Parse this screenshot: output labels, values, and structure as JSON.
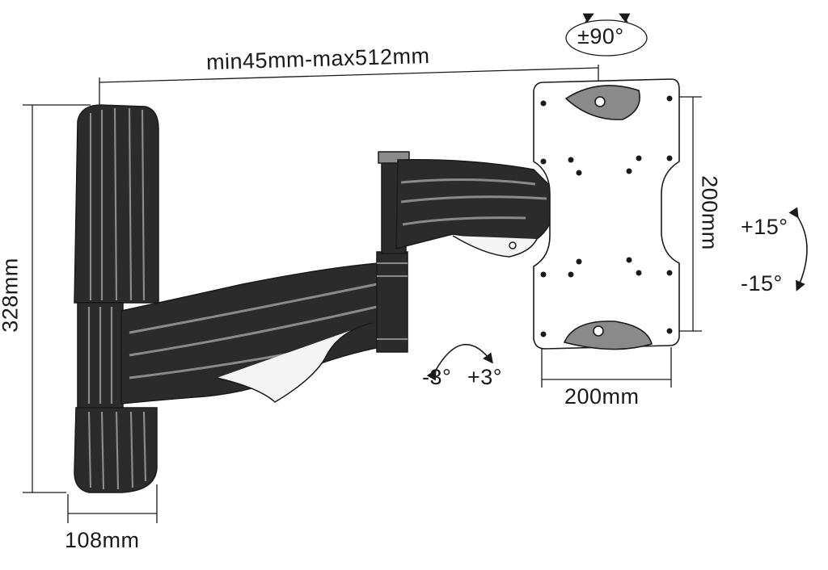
{
  "dimensions": {
    "arm_extension": "min45mm-max512mm",
    "height": "328mm",
    "depth": "108mm",
    "vesa_width": "200mm",
    "vesa_height": "200mm"
  },
  "adjustments": {
    "rotation": "±90°",
    "tilt_up": "+15°",
    "tilt_down": "-15°",
    "swivel_left": "-3°",
    "swivel_right": "+3°"
  },
  "colors": {
    "line": "#1a1a1a",
    "fill_dark": "#2b2b2b",
    "fill_mid": "#8a8a8a",
    "fill_light": "#f4f4f4"
  }
}
